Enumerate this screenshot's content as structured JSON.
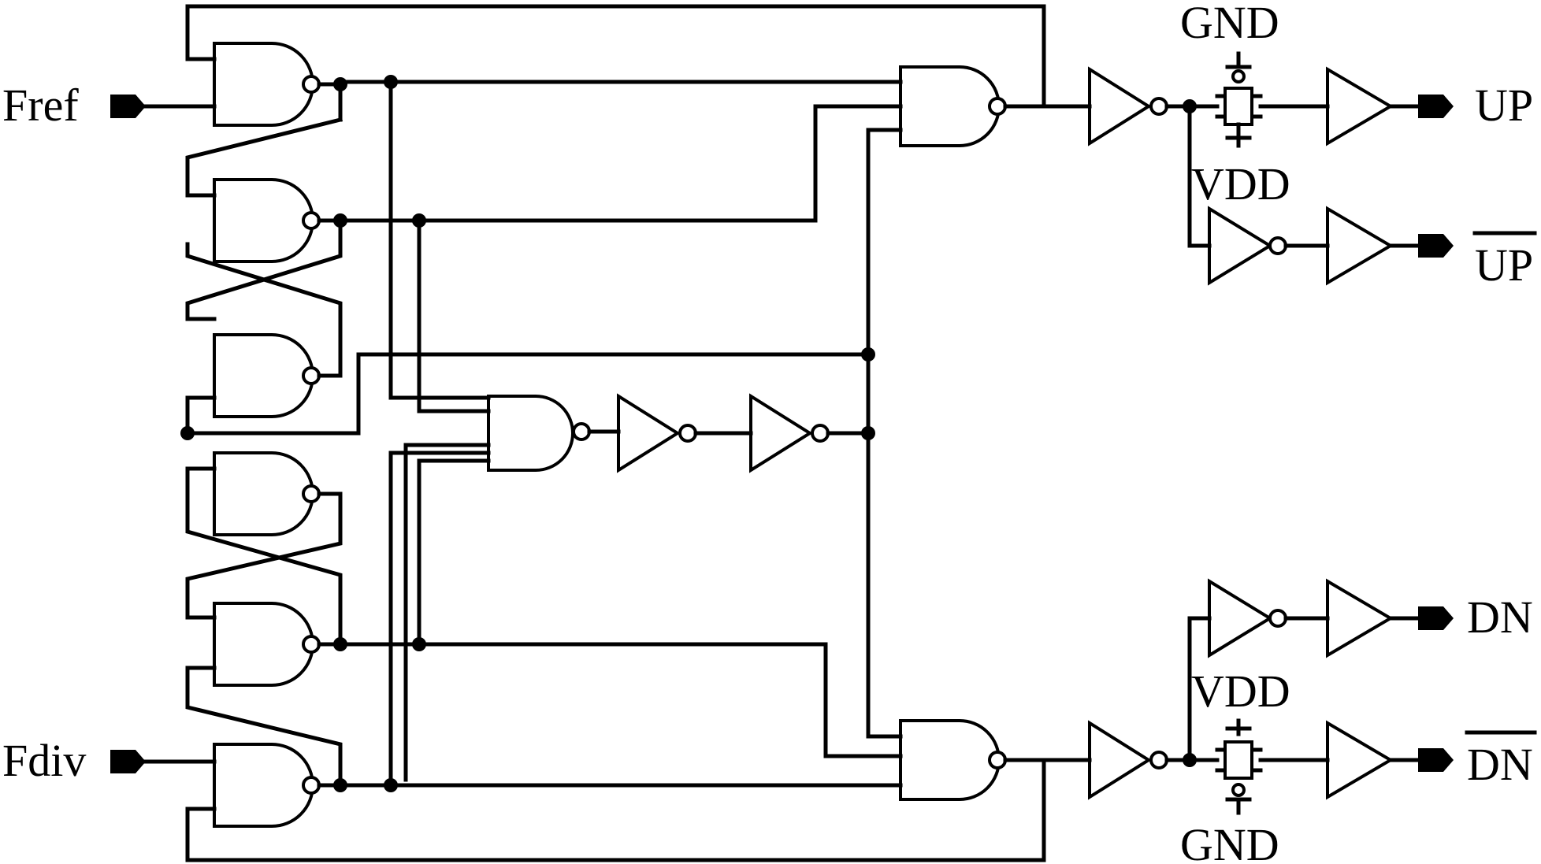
{
  "labels": {
    "fref": "Fref",
    "fdiv": "Fdiv",
    "up": "UP",
    "up_bar": "UP",
    "dn": "DN",
    "dn_bar": "DN",
    "gnd_top": "GND",
    "vdd_top": "VDD",
    "vdd_bottom": "VDD",
    "gnd_bottom": "GND"
  }
}
